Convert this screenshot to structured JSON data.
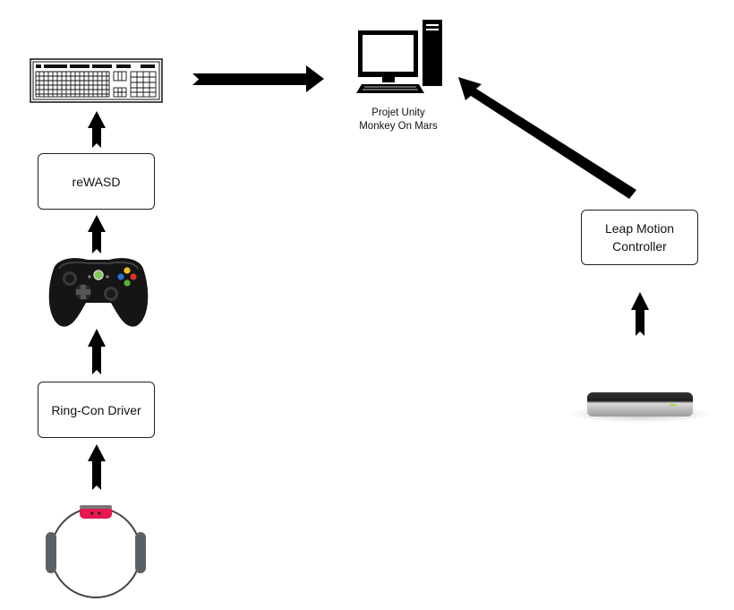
{
  "nodes": {
    "rewasd": "reWASD",
    "ringcon_driver": "Ring-Con Driver",
    "leap_controller_line1": "Leap Motion",
    "leap_controller_line2": "Controller",
    "unity_line1": "Projet Unity",
    "unity_line2": "Monkey On Mars"
  },
  "icons": {
    "keyboard": "keyboard-icon",
    "computer": "computer-icon",
    "gamepad": "gamepad-icon",
    "ringcon": "ring-con-icon",
    "leap_device": "leap-motion-device-icon"
  },
  "colors": {
    "ringcon_accent": "#e8174f",
    "ringcon_grip": "#5a6164",
    "arrow": "#000000"
  }
}
